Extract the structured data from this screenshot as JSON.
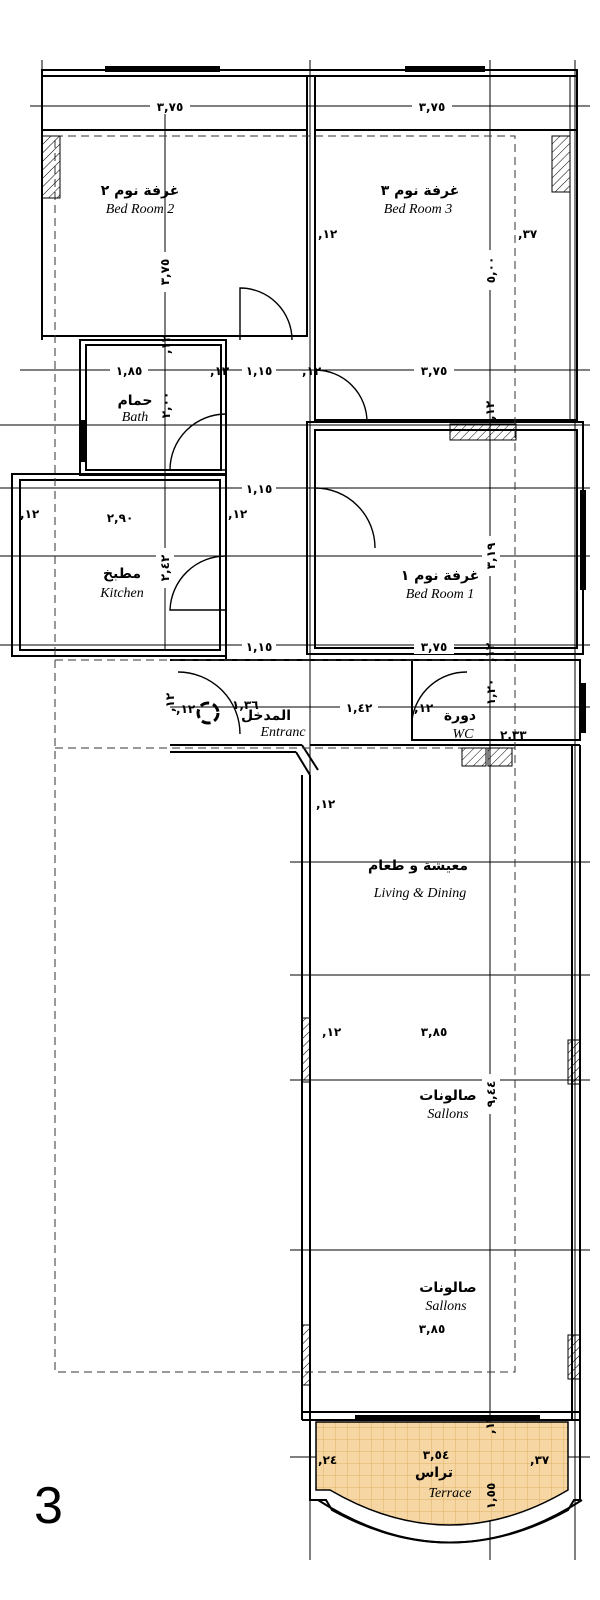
{
  "plan_number": "3",
  "colors": {
    "terrace_fill": "#F6D7A4",
    "terrace_grid": "#E2B870"
  },
  "rooms": {
    "bed2": {
      "ar": "غرفة نوم ٢",
      "en": "Bed  Room 2"
    },
    "bed3": {
      "ar": "غرفة نوم ٣",
      "en": "Bed  Room 3"
    },
    "bath": {
      "ar": "حمام",
      "en": "Bath"
    },
    "kitchen": {
      "ar": "مطبخ",
      "en": "Kitchen"
    },
    "bed1": {
      "ar": "غرفة نوم ١",
      "en": "Bed  Room 1"
    },
    "entrance": {
      "ar": "المدخل",
      "en": "Entranc"
    },
    "wc": {
      "ar": "دورة",
      "en": "WC"
    },
    "living": {
      "ar": "معيشة و طعام",
      "en": "Living & Dining"
    },
    "sallons1": {
      "ar": "صالونات",
      "en": "Sallons"
    },
    "sallons2": {
      "ar": "صالونات",
      "en": "Sallons"
    },
    "terrace": {
      "ar": "تراس",
      "en": "Terrace"
    }
  },
  "dimensions": {
    "bed2_width": "٣,٧٥",
    "bed3_width": "٣,٧٥",
    "bed2_depth": "٣,٧٥",
    "bed3_depth": "٥,٠٠",
    "wall_a": ",١٢",
    "wall_b": ",٣٧",
    "wall_c": ",١٢",
    "bath_width": "١,٨٥",
    "wall_d": ",١٢",
    "corridor_1": "١,١٥",
    "wall_e": ",١٢",
    "bed1_top_width": "٣,٧٥",
    "bath_depth": "٢,٠٠",
    "corridor_2": "١,١٥",
    "wall_f": ",١٢",
    "kitchen_width": "٢,٩٠",
    "wall_g": ",١٢",
    "kitchen_depth": "٢,٤٢",
    "bed1_depth": "٣,١٩",
    "corridor_3": "١,١٥",
    "bed1_width": "٣,٧٥",
    "wall_h": ",١٢",
    "entrance_a": ",١٢",
    "entrance_b": "١,٣٦",
    "entrance_width": "١,٤٢",
    "wall_i": ",١٢",
    "wc_depth": "١,٢٠",
    "wc_width": "٢,٣٣",
    "wall_j": ",١٢",
    "wall_k": ",١٢",
    "wall_l": ",١٢",
    "living_width": "٣,٨٥",
    "sallons_depth": "٩,٤٤",
    "sallons_width": "٣,٨٥",
    "wall_m": ",١٢",
    "wall_n": ",٢٤",
    "terrace_width": "٣,٥٤",
    "wall_o": ",٣٧",
    "terrace_depth": "١,٥٥",
    "wall_p": ",١٢"
  }
}
